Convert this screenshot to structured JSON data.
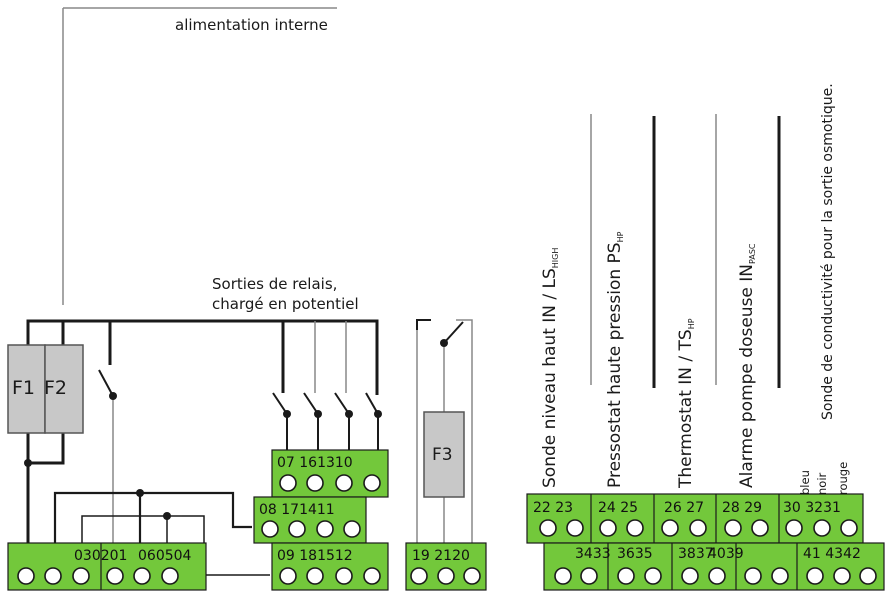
{
  "labels": {
    "power": "alimentation interne",
    "relay_line1": "Sorties de relais,",
    "relay_line2": "chargé en potentiel",
    "fuse1": "F1",
    "fuse2": "F2",
    "fuse3": "F3"
  },
  "vertical_labels": {
    "sensor": "Sonde niveau haut IN / LS",
    "sensor_sub": "HIGH",
    "pressostat": "Pressostat haute pression PS",
    "pressostat_sub": "HP",
    "thermostat": "Thermostat  IN / TS",
    "thermostat_sub": "HP",
    "alarm": "Alarme pompe doseuse IN",
    "alarm_sub": "PASC",
    "conductivity": "Sonde de conductivité pour la sortie osmotique.",
    "wire_blue": "bleu",
    "wire_black": "noir",
    "wire_red": "rouge"
  },
  "terminals": {
    "t_030201": "030201",
    "t_060504": "060504",
    "t_07": "07 161310",
    "t_08": "08 171411",
    "t_09": "09 181512",
    "t_19": "19 2120",
    "t_2223": "22 23",
    "t_2425": "24 25",
    "t_2627": "26 27",
    "t_2829": "28 29",
    "t_30": "30 3231",
    "t_3433": "3433",
    "t_3635": "3635",
    "t_3837": "3837",
    "t_4039": "4039",
    "t_41": "41 4342"
  },
  "colors": {
    "terminal_green": "#73c83b",
    "fuse_gray": "#c8c8c8",
    "wire_dark": "#1a1a1a",
    "wire_gray": "#888888"
  }
}
